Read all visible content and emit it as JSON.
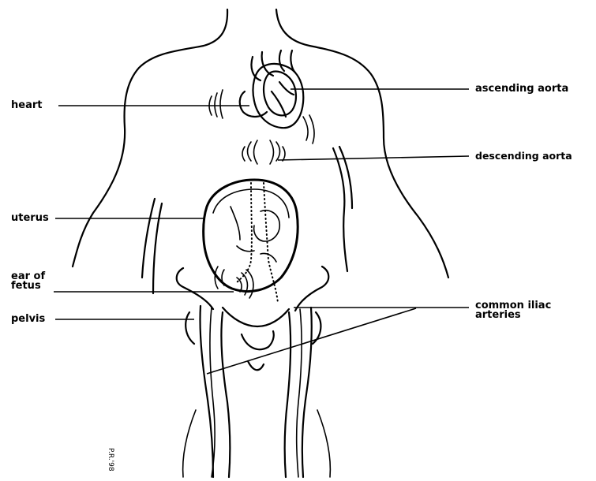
{
  "labels": {
    "heart": "heart",
    "ascending_aorta": "ascending aorta",
    "descending_aorta": "descending aorta",
    "uterus": "uterus",
    "ear_of_fetus": "ear of\nfetus",
    "pelvis": "pelvis",
    "common_iliac_arteries": "common iliac\narteries"
  },
  "signature": "P.R.'98",
  "colors": {
    "ink": "#000000",
    "background": "#ffffff"
  }
}
